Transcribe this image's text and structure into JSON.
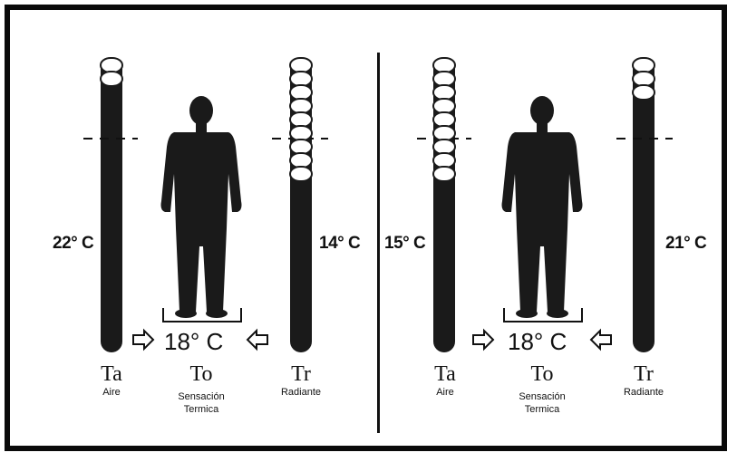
{
  "panels": [
    {
      "id": "left",
      "air_temp": "22° C",
      "radiant_temp": "14° C",
      "operative_temp": "18° C",
      "air_symbol": "Ta",
      "air_name": "Aire",
      "op_symbol": "To",
      "op_name_line1": "Sensación",
      "op_name_line2": "Termica",
      "rad_symbol": "Tr",
      "rad_name": "Radiante",
      "air_white_rings": 2,
      "rad_white_rings": 9
    },
    {
      "id": "right",
      "air_temp": "15° C",
      "radiant_temp": "21° C",
      "operative_temp": "18° C",
      "air_symbol": "Ta",
      "air_name": "Aire",
      "op_symbol": "To",
      "op_name_line1": "Sensación",
      "op_name_line2": "Termica",
      "rad_symbol": "Tr",
      "rad_name": "Radiante",
      "air_white_rings": 9,
      "rad_white_rings": 3
    }
  ],
  "colors": {
    "dark": "#1a1a1a",
    "ring": "#ffffff",
    "frame": "#0a0a0a"
  }
}
